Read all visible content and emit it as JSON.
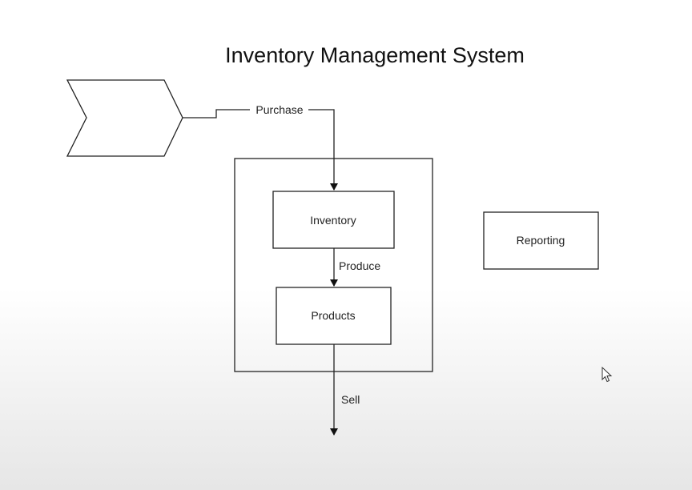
{
  "diagram": {
    "title": "Inventory Management System",
    "nodes": {
      "supplier": "",
      "inventory": "Inventory",
      "products": "Products",
      "reporting": "Reporting"
    },
    "edges": {
      "purchase": "Purchase",
      "produce": "Produce",
      "sell": "Sell"
    }
  },
  "colors": {
    "stroke": "#222222",
    "text": "#222222",
    "background_top": "#ffffff",
    "background_bottom": "#e6e6e6"
  },
  "icons": {
    "cursor": "mouse-pointer-icon"
  }
}
